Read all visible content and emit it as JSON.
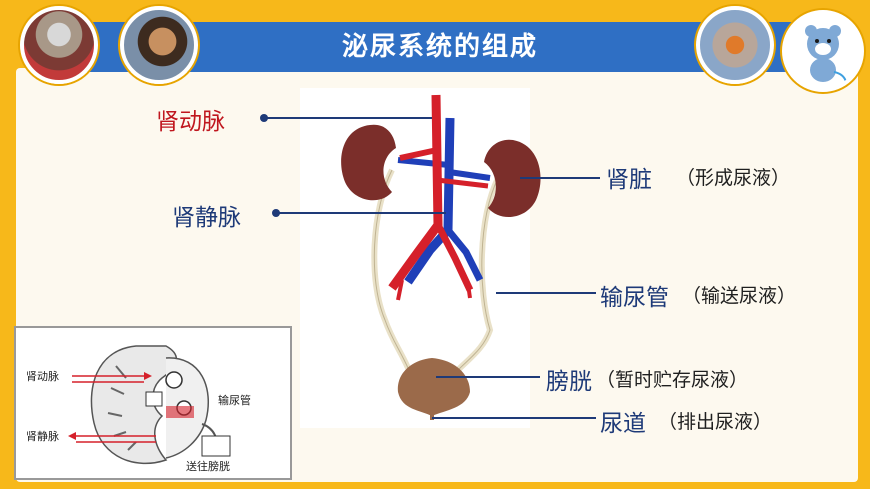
{
  "title": "泌尿系统的组成",
  "labels": {
    "renal_artery": "肾动脉",
    "renal_vein": "肾静脉",
    "kidney": "肾脏",
    "kidney_note": "（形成尿液）",
    "ureter": "输尿管",
    "ureter_note": "（输送尿液）",
    "bladder": "膀胱",
    "bladder_note": "（暂时贮存尿液）",
    "urethra": "尿道",
    "urethra_note": "（排出尿液）"
  },
  "inset": {
    "artery": "肾动脉",
    "vein": "肾静脉",
    "ureter": "输尿管",
    "to_bladder": "送往膀胱"
  },
  "colors": {
    "artery": "#d5202a",
    "vein": "#1f3fb8",
    "kidney": "#7b2e2a",
    "ureter": "#e9e1c8",
    "bladder": "#9b6a4a",
    "title_bar": "#2f6fc4",
    "border": "#f7b81a"
  }
}
